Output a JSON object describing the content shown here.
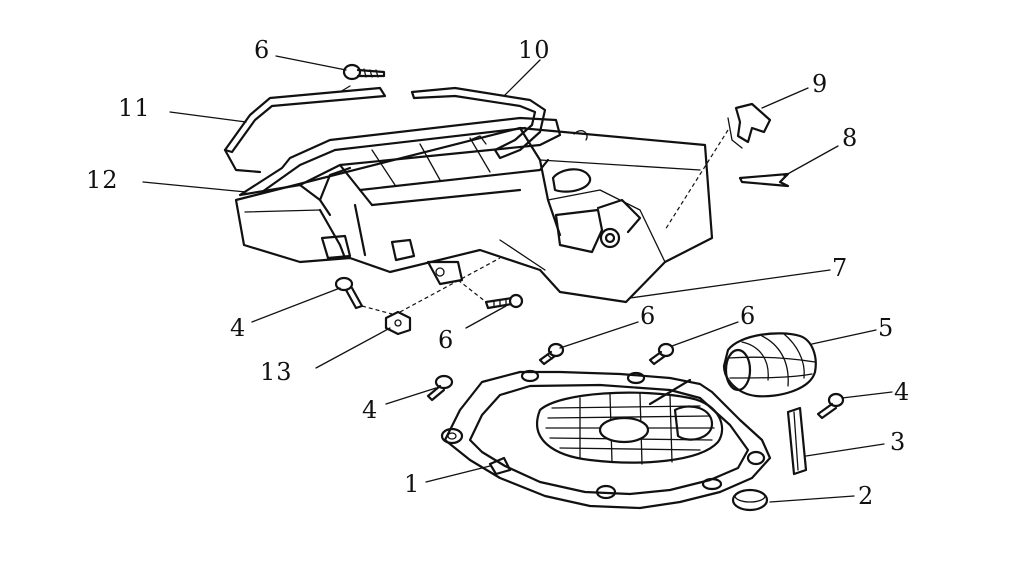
{
  "diagram": {
    "callouts": [
      {
        "id": "c1",
        "text": "1"
      },
      {
        "id": "c2",
        "text": "2"
      },
      {
        "id": "c3",
        "text": "3"
      },
      {
        "id": "c4a",
        "text": "4"
      },
      {
        "id": "c4b",
        "text": "4"
      },
      {
        "id": "c4c",
        "text": "4"
      },
      {
        "id": "c5",
        "text": "5"
      },
      {
        "id": "c6a",
        "text": "6"
      },
      {
        "id": "c6b",
        "text": "6"
      },
      {
        "id": "c6c",
        "text": "6"
      },
      {
        "id": "c6d",
        "text": "6"
      },
      {
        "id": "c7",
        "text": "7"
      },
      {
        "id": "c8",
        "text": "8"
      },
      {
        "id": "c9",
        "text": "9"
      },
      {
        "id": "c10",
        "text": "10"
      },
      {
        "id": "c11",
        "text": "11"
      },
      {
        "id": "c12",
        "text": "12"
      },
      {
        "id": "c13",
        "text": "13"
      }
    ],
    "colors": {
      "ink": "#111111",
      "background": "#ffffff"
    }
  }
}
